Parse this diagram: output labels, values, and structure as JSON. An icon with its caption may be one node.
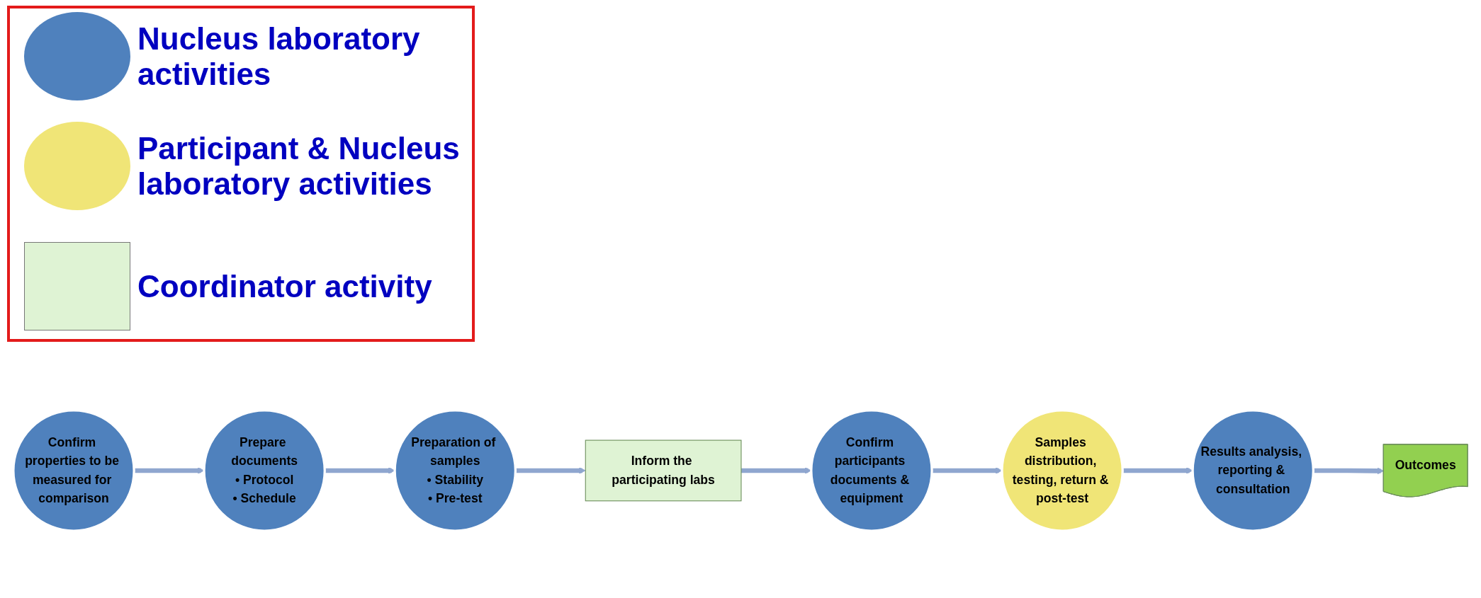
{
  "diagram": {
    "nodes": [
      {
        "text": [
          "Confirm properties to be measured for comparison"
        ]
      },
      {
        "text": [
          "Prepare documents",
          "• Protocol",
          "• Schedule"
        ]
      },
      {
        "text": [
          "Preparation of samples",
          "• Stability",
          "• Pre-test"
        ]
      },
      {
        "text": [
          "Inform the participating labs"
        ]
      },
      {
        "text": [
          "Confirm participants documents & equipment"
        ]
      },
      {
        "text": [
          "Samples distribution, testing, return & post-test"
        ]
      },
      {
        "text": [
          "Results analysis, reporting & consultation"
        ]
      },
      {
        "text": [
          "Outcomes"
        ]
      }
    ],
    "edges": [
      {
        "from": 0,
        "to": 1,
        "arrow": "to"
      },
      {
        "from": 1,
        "to": 2,
        "arrow": "to"
      },
      {
        "from": 2,
        "to": 3,
        "arrow": "to"
      },
      {
        "from": 3,
        "to": 4,
        "arrow": "to"
      },
      {
        "from": 4,
        "to": 5,
        "arrow": "to"
      },
      {
        "from": 5,
        "to": 6,
        "arrow": "to"
      },
      {
        "from": 6,
        "to": 7,
        "arrow": "to"
      }
    ],
    "legend": [
      {
        "text": "Nucleus laboratory activities",
        "color": "#4f81bd"
      },
      {
        "text": "Participant & Nucleus laboratory activities",
        "color": "#f0e577"
      },
      {
        "text": "Coordinator activity",
        "color": "#dff3d4"
      }
    ]
  }
}
